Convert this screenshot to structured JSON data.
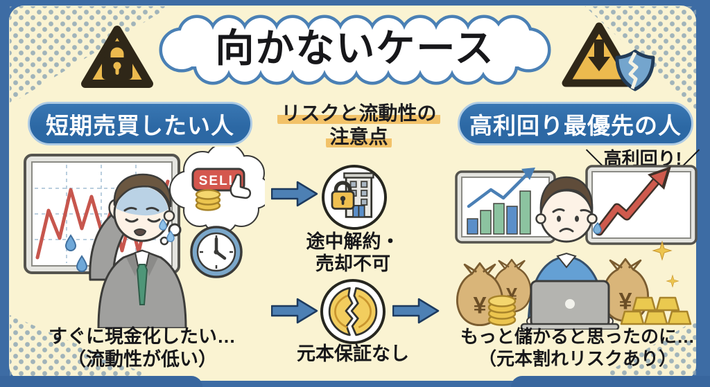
{
  "title": "向かないケース",
  "colors": {
    "frame_blue": "#3d6ca4",
    "card_cream": "#faf3d2",
    "pill_blue": "#2c68a4",
    "highlight_orange": "#f2c269",
    "warning_gold": "#ecba4e",
    "alert_red": "#d4574e",
    "chart_red": "#c7564d",
    "coin_gold": "#ecc54f",
    "arrow_blue": "#4d80b4",
    "sweater_blue": "#64a0d4",
    "suit_gray": "#a0a09e",
    "bag_tan": "#d9b579"
  },
  "left_section": {
    "header": "短期売買したい人",
    "sell_label": "SELL",
    "caption_line1": "すぐに現金化したい…",
    "caption_line2": "（流動性が低い）"
  },
  "middle_section": {
    "header_line1": "リスクと流動性の",
    "header_line2": "注意点",
    "items": [
      {
        "line1": "途中解約・",
        "line2": "売却不可"
      },
      {
        "line1": "元本保証なし"
      }
    ]
  },
  "right_section": {
    "header": "高利回り最優先の人",
    "callout": "＼高利回り!／",
    "yen": "¥",
    "caption_line1": "もっと儲かると思ったのに…",
    "caption_line2": "（元本割れリスクあり）"
  }
}
